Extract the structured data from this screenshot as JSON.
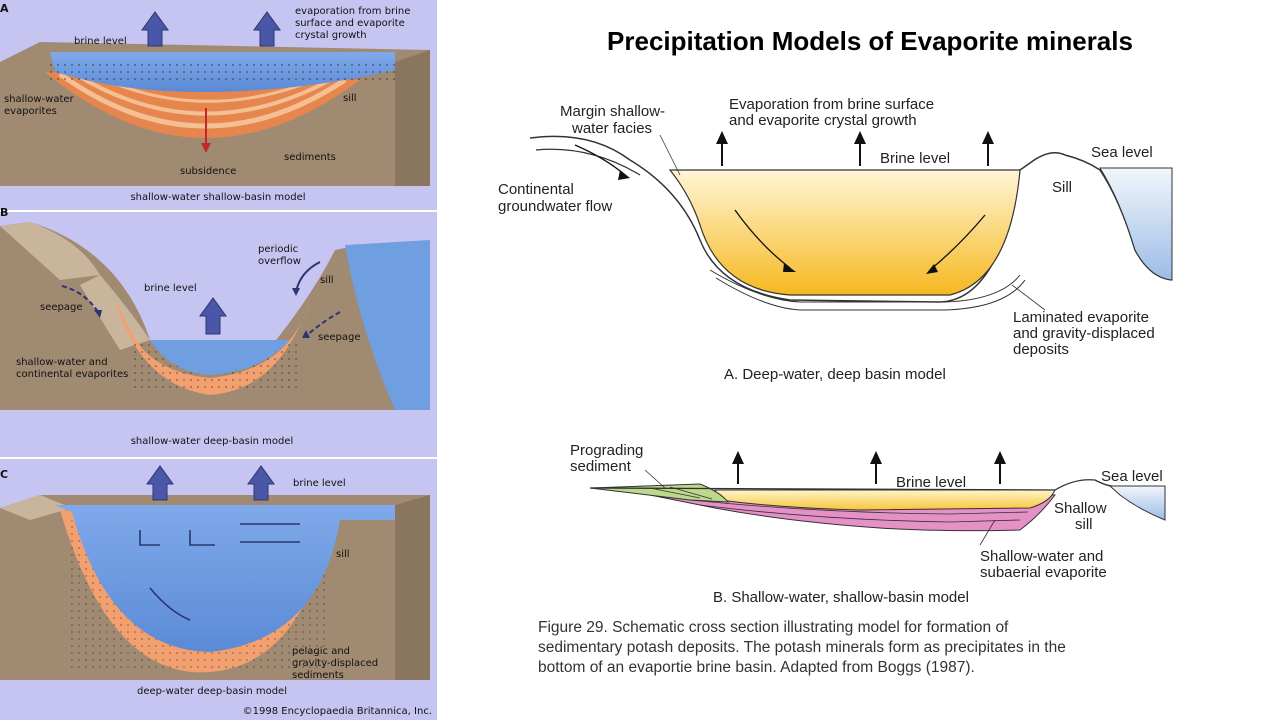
{
  "title": "Precipitation Models of Evaporite minerals",
  "left_panel": {
    "a": {
      "letter": "A",
      "labels": {
        "brine_level": "brine level",
        "evap_1": "evaporation from brine",
        "evap_2": "surface and evaporite",
        "evap_3": "crystal growth",
        "shallow_1": "shallow-water",
        "shallow_2": "evaporites",
        "sill": "sill",
        "sediments": "sediments",
        "subsidence": "subsidence"
      },
      "caption": "shallow-water shallow-basin model"
    },
    "b": {
      "letter": "B",
      "labels": {
        "periodic_1": "periodic",
        "periodic_2": "overflow",
        "brine_level": "brine level",
        "sill": "sill",
        "seepage_left": "seepage",
        "seepage_right": "seepage",
        "shallow_1": "shallow-water and",
        "shallow_2": "continental evaporites"
      },
      "caption": "shallow-water deep-basin model"
    },
    "c": {
      "letter": "C",
      "labels": {
        "brine_level": "brine level",
        "sill": "sill",
        "pelagic_1": "pelagic and",
        "pelagic_2": "gravity-displaced",
        "pelagic_3": "sediments"
      },
      "caption": "deep-water deep-basin model"
    },
    "copyright": "©1998 Encyclopaedia Britannica, Inc."
  },
  "diagram_a": {
    "margin_1": "Margin shallow-",
    "margin_2": "water facies",
    "evap_1": "Evaporation from brine surface",
    "evap_2": "and evaporite crystal growth",
    "brine_level": "Brine level",
    "sea_level": "Sea level",
    "sill": "Sill",
    "continental_1": "Continental",
    "continental_2": "groundwater flow",
    "laminated_1": "Laminated evaporite",
    "laminated_2": "and gravity-displaced",
    "laminated_3": "deposits",
    "caption": "A. Deep-water, deep basin model"
  },
  "diagram_b": {
    "prograding_1": "Prograding",
    "prograding_2": "sediment",
    "brine_level": "Brine level",
    "sea_level": "Sea level",
    "shallow_sill_1": "Shallow",
    "shallow_sill_2": "sill",
    "subaerial_1": "Shallow-water and",
    "subaerial_2": "subaerial evaporite",
    "caption": "B. Shallow-water, shallow-basin model"
  },
  "figure_caption": [
    "Figure 29. Schematic cross section illustrating model for formation of",
    "sedimentary potash deposits. The potash minerals form as precipitates in the",
    "bottom of an evaportie brine basin. Adapted from Boggs (1987)."
  ],
  "colors": {
    "panel_bg": "#c6c5f2",
    "water": "#6f9fe0",
    "land": "#a08a72",
    "sediment": "#f2a070",
    "brine_gold": "#f6c23a",
    "pink_evaporite": "#e690c8",
    "green_sediment": "#bcd88a"
  }
}
